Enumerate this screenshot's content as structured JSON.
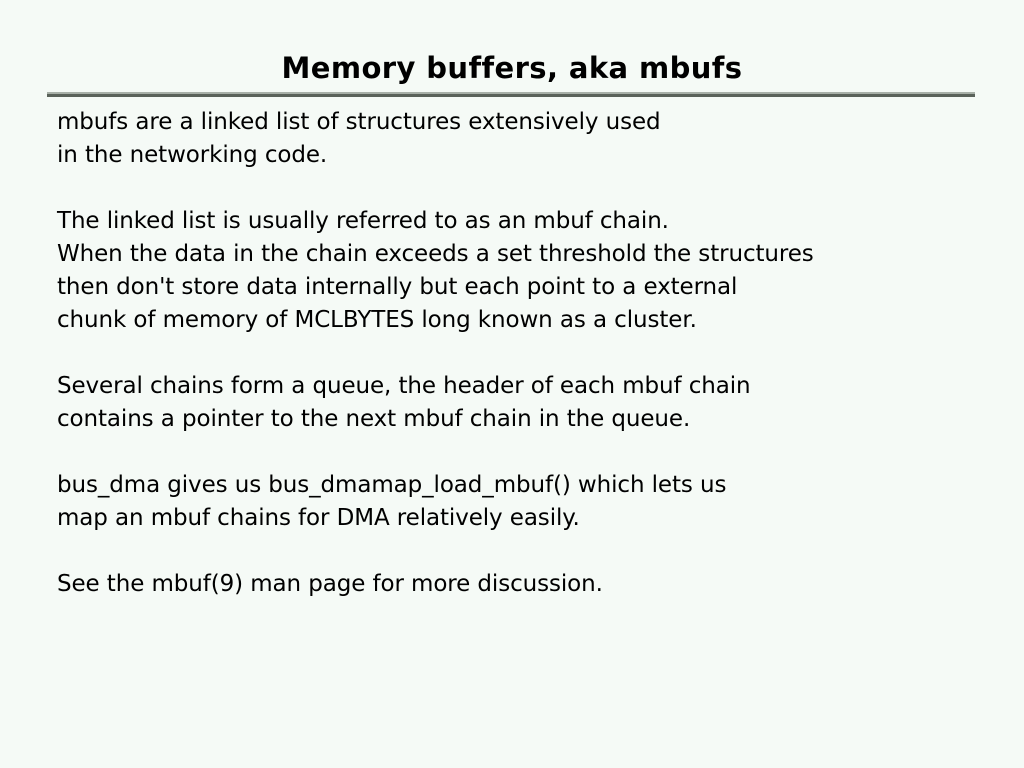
{
  "slide": {
    "title": "Memory buffers, aka mbufs",
    "background_color": "#f5faf6",
    "text_color": "#000000",
    "rule": {
      "highlight_color": "#a8b0a8",
      "shadow_color": "#5a625a"
    },
    "paragraphs": [
      {
        "id": "intro",
        "lines": [
          "mbufs are a linked list of structures extensively used",
          "in the networking code."
        ]
      },
      {
        "id": "mbuf-chain",
        "lines": [
          "The linked list is usually referred to as an mbuf chain.",
          "When the data in the chain exceeds a set threshold the structures",
          "then don't store data internally but each point to a external",
          "chunk of memory of MCLBYTES long known as a cluster."
        ]
      },
      {
        "id": "queue",
        "lines": [
          "Several chains form a queue, the header of each mbuf chain",
          "contains a pointer to the next mbuf chain in the queue."
        ]
      },
      {
        "id": "bus-dma",
        "lines": [
          "bus_dma gives us bus_dmamap_load_mbuf() which lets us",
          "map an mbuf chains for DMA relatively easily."
        ]
      },
      {
        "id": "see-also",
        "lines": [
          "See the mbuf(9) man page for more discussion."
        ]
      }
    ]
  }
}
